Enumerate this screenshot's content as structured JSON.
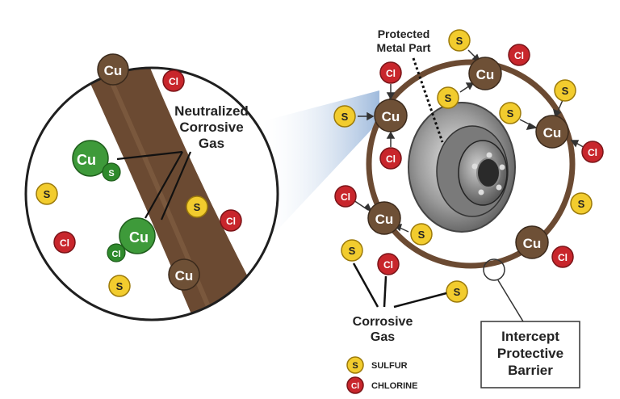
{
  "labels": {
    "neutralized": [
      "Neutralized",
      "Corrosive",
      "Gas"
    ],
    "protected_part": [
      "Protected",
      "Metal Part"
    ],
    "corrosive_gas": [
      "Corrosive",
      "Gas"
    ],
    "barrier": [
      "Intercept",
      "Protective",
      "Barrier"
    ]
  },
  "legend": {
    "sulfur_symbol": "S",
    "sulfur_label": "SULFUR",
    "chlorine_symbol": "Cl",
    "chlorine_label": "CHLORINE"
  },
  "symbols": {
    "copper": "Cu",
    "sulfur": "S",
    "chlorine": "Cl"
  },
  "colors": {
    "copper": "#6e5036",
    "sulfur": "#f2cc2e",
    "chlorine": "#c8262c",
    "neutralized": "#3e9a3a",
    "barrier_band": "#6b4a32",
    "highlight_cone": "#9db8d8"
  }
}
